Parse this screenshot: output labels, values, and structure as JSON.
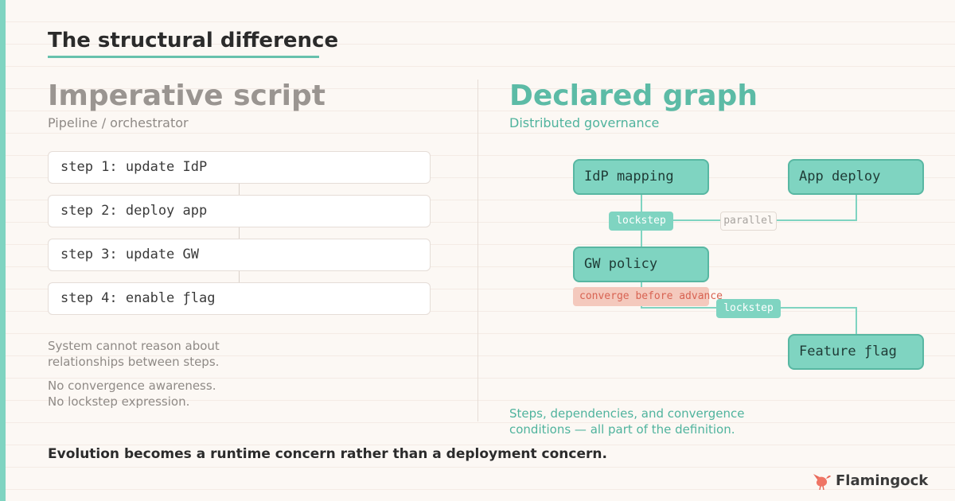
{
  "title": "The structural difference",
  "left": {
    "heading": "Imperative script",
    "subheading": "Pipeline / orchestrator",
    "steps": [
      "step 1: update IdP",
      "step 2: deploy app",
      "step 3: update GW",
      "step 4: enable ƒlag"
    ],
    "note1_line1": "System cannot reason about",
    "note1_line2": "relationships between steps.",
    "note2_line1": "No convergence awareness.",
    "note2_line2": "No lockstep expression."
  },
  "right": {
    "heading": "Declared graph",
    "subheading": "Distributed governance",
    "nodes": {
      "idp": "IdP mapping",
      "app": "App deploy",
      "gw": "GW policy",
      "flag": "Feature ƒlag"
    },
    "badges": {
      "lockstep1": "lockstep",
      "parallel": "parallel",
      "converge": "converge before advance",
      "lockstep2": "lockstep"
    },
    "note_line1": "Steps, dependencies, and convergence",
    "note_line2": "conditions — all part of the definition."
  },
  "footer": "Evolution becomes a runtime concern rather than a deployment concern.",
  "brand": "Flamingock",
  "colors": {
    "accent": "#7fd4c1",
    "accent_dark": "#58b7a2",
    "converge_bg": "#f4c9bd",
    "converge_text": "#d86352"
  },
  "icons": [
    "flamingo-logo-icon"
  ]
}
